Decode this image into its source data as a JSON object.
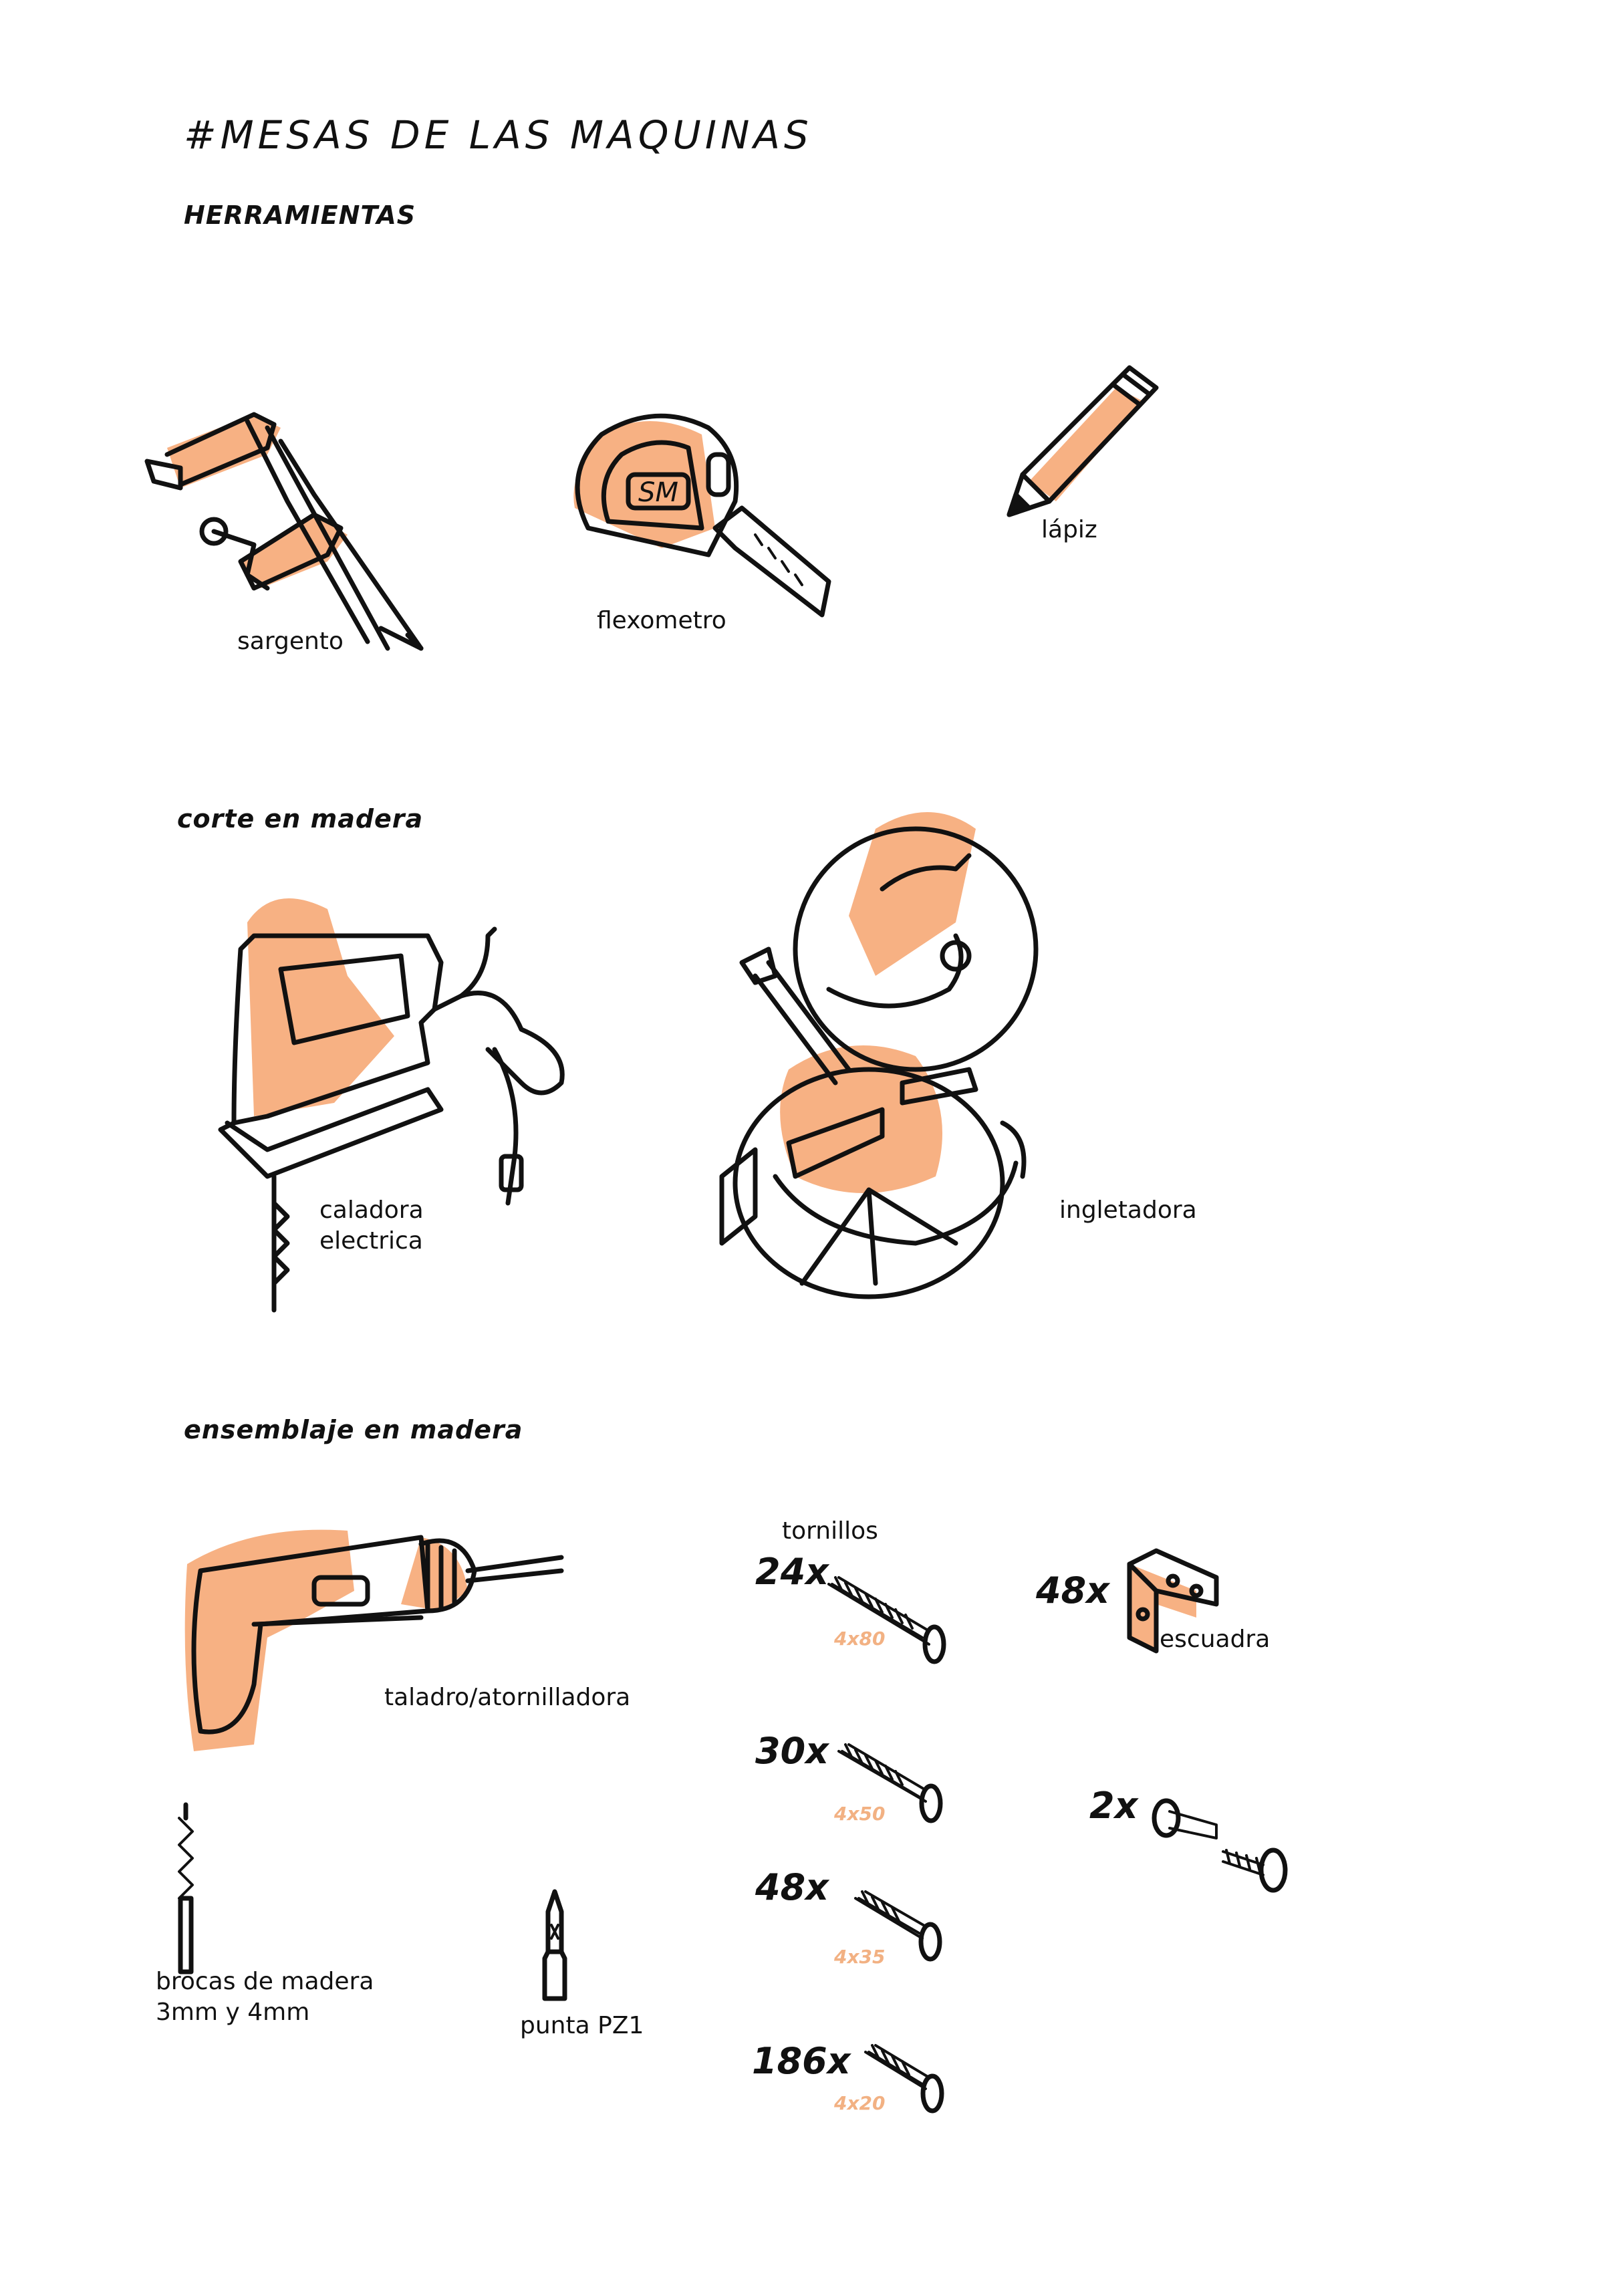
{
  "page": {
    "title": "#MESAS DE LAS MAQUINAS",
    "heading": "HERRAMIENTAS"
  },
  "colors": {
    "accent": "#f7b183",
    "size_label": "#f2b183",
    "ink": "#111111"
  },
  "tools": {
    "sargento": "sargento",
    "flexometro": "flexometro",
    "flexometro_brand": "SM",
    "lapiz": "lápiz"
  },
  "corte": {
    "heading": "corte en madera",
    "caladora": "caladora\nelectrica",
    "ingletadora": "ingletadora"
  },
  "ensamblaje": {
    "heading": "ensemblaje en madera",
    "taladro": "taladro/atornilladora",
    "brocas": "brocas de madera\n3mm y 4mm",
    "punta": "punta PZ1",
    "tornillos_label": "tornillos",
    "screws": [
      {
        "qty": "24x",
        "size": "4x80"
      },
      {
        "qty": "30x",
        "size": "4x50"
      },
      {
        "qty": "48x",
        "size": "4x35"
      },
      {
        "qty": "186x",
        "size": "4x20"
      }
    ],
    "escuadra": {
      "qty": "48x",
      "label": "escuadra"
    },
    "perno": {
      "qty": "2x"
    }
  },
  "icons": [
    "clamp-icon",
    "tape-measure-icon",
    "pencil-icon",
    "jigsaw-icon",
    "miter-saw-icon",
    "drill-icon",
    "drill-bit-icon",
    "screwdriver-bit-icon",
    "screw-icon",
    "corner-bracket-icon",
    "connector-bolt-icon"
  ]
}
